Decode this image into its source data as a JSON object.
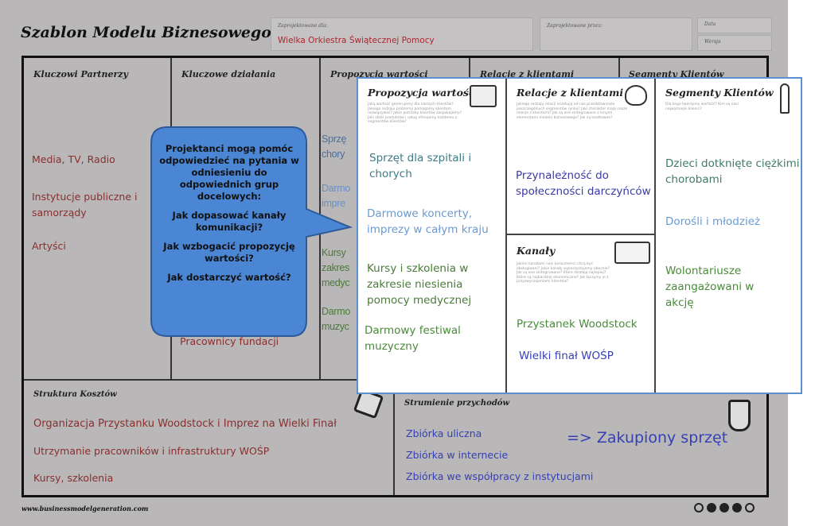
{
  "title": "Szablon Modelu Biznesowego",
  "header": {
    "designed_for_label": "Zaprojektowane dla:",
    "designed_for_value": "Wielka Orkiestra Świątecznej Pomocy",
    "designed_by_label": "Zaprojektowane przez:",
    "date_label": "Data",
    "version_label": "Wersja"
  },
  "background_canvas": {
    "key_partners": {
      "title": "Kluczowi Partnerzy",
      "items": [
        "Media, TV, Radio",
        "Instytucje publiczne i samorządy",
        "Artyści"
      ]
    },
    "key_activities": {
      "title": "Kluczowe działania",
      "items": [
        "Pracownicy fundacji"
      ]
    },
    "value_prop": {
      "title": "Propozycja wartości",
      "items": [
        "Sprzę",
        "chory",
        "Darmo",
        "impre",
        "Kursy",
        "zakres",
        "medyc",
        "Darmo",
        "muzyc"
      ]
    },
    "relations": {
      "title": "Relacje z klientami"
    },
    "segments": {
      "title": "Segmenty Klientów"
    },
    "cost": {
      "title": "Struktura Kosztów",
      "items": [
        "Organizacja Przystanku Woodstock i Imprez na Wielki Finał",
        "Utrzymanie pracowników i infrastruktury WOŚP",
        "Kursy, szkolenia"
      ]
    },
    "revenue": {
      "title": "Strumienie przychodów",
      "items": [
        "Zbiórka uliczna",
        "Zbiórka w internecie",
        "Zbiórka we współpracy z instytucjami"
      ],
      "result": "=> Zakupiony sprzęt"
    },
    "footer": "www.businessmodelgeneration.com"
  },
  "callout": {
    "lines": [
      "Projektanci mogą pomóc odpowiedzieć na pytania w odniesieniu do odpowiednich grup docelowych:",
      "Jak dopasować kanały komunikacji?",
      "Jak wzbogacić propozycję wartości?",
      "Jak dostarczyć wartość?"
    ],
    "color": "#4a86d4"
  },
  "overlay": {
    "value_prop": {
      "title": "Propozycja wartości",
      "questions": "Jaką wartość generujemy dla naszych klientów? Jakiego rodzaju problemy pomagamy klientom rozwiązywać? Jakie potrzeby klientów zaspokajamy? Jaki zbiór produktów i usług oferujemy każdemu z segmentów klientów?",
      "items": [
        "Sprzęt dla szpitali i chorych",
        "Darmowe koncerty, imprezy w całym kraju",
        "Kursy i szkolenia w zakresie niesienia pomocy medycznej",
        "Darmowy festiwal muzyczny"
      ]
    },
    "relations": {
      "title": "Relacje z klientami",
      "questions": "Jakiego rodzaju relacji oczekują od nas przedstawiciele poszczególnych segmentów rynku? Jaki charakter mają nasze relacje z klientami? Jak są one zintegrowane z innymi elementami modelu biznesowego? Jak są kosztowne?",
      "items": [
        "Przynależność do społeczności darczyńców"
      ]
    },
    "channels": {
      "title": "Kanały",
      "questions": "Jakimi kanałami nasi konsumenci chcą być obsługiwani? Jakie kanały wykorzystujemy obecnie? Jak są one zintegrowane? Które działają najlepiej? Które są najbardziej ekonomiczne? Jak łączymy je z przyzwyczajeniami klientów?",
      "items": [
        "Przystanek Woodstock",
        "Wielki finał WOŚP"
      ]
    },
    "segments": {
      "title": "Segmenty Klientów",
      "questions": "Dla kogo tworzymy wartość? Kim są nasi najważniejsi klienci?",
      "items": [
        "Dzieci dotknięte ciężkimi chorobami",
        "Dorośli i młodzież",
        "Wolontariusze zaangażowani w akcję"
      ]
    }
  }
}
